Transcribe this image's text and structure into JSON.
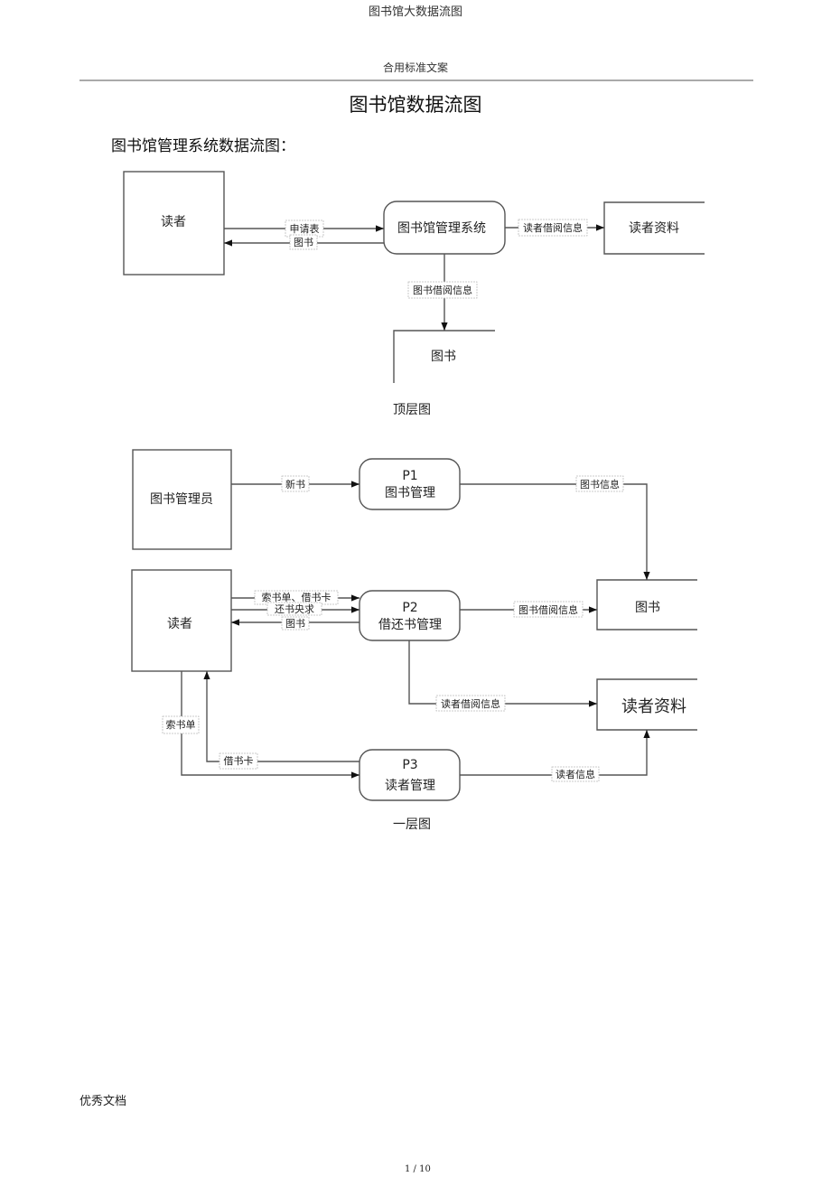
{
  "document": {
    "title": "图书馆大数据流图",
    "header": "合用标准文案",
    "main_title": "图书馆数据流图",
    "section_title": "图书馆管理系统数据流图：",
    "footer_left": "优秀文档",
    "page_indicator": "1 / 10"
  },
  "top_diagram": {
    "caption": "顶层图",
    "entities": {
      "reader": "读者",
      "system": "图书馆管理系统",
      "reader_store": "读者资料",
      "book_store": "图书"
    },
    "flows": {
      "application": "申请表",
      "book": "图书",
      "reader_borrow_info": "读者借阅信息",
      "book_borrow_info": "图书借阅信息"
    }
  },
  "layer1_diagram": {
    "caption": "一层图",
    "entities": {
      "librarian": "图书管理员",
      "reader": "读者",
      "book_store": "图书",
      "reader_store": "读者资料"
    },
    "processes": [
      {
        "id": "P1",
        "name": "图书管理"
      },
      {
        "id": "P2",
        "name": "借还书管理"
      },
      {
        "id": "P3",
        "name": "读者管理"
      }
    ],
    "flows": {
      "new_book": "新书",
      "book_info": "图书信息",
      "request_card": "索书单、借书卡",
      "return_request": "还书央求",
      "book_out": "图书",
      "book_borrow_info": "图书借阅信息",
      "reader_borrow_info": "读者借阅信息",
      "request_slip": "索书单",
      "library_card": "借书卡",
      "reader_info": "读者信息"
    }
  }
}
